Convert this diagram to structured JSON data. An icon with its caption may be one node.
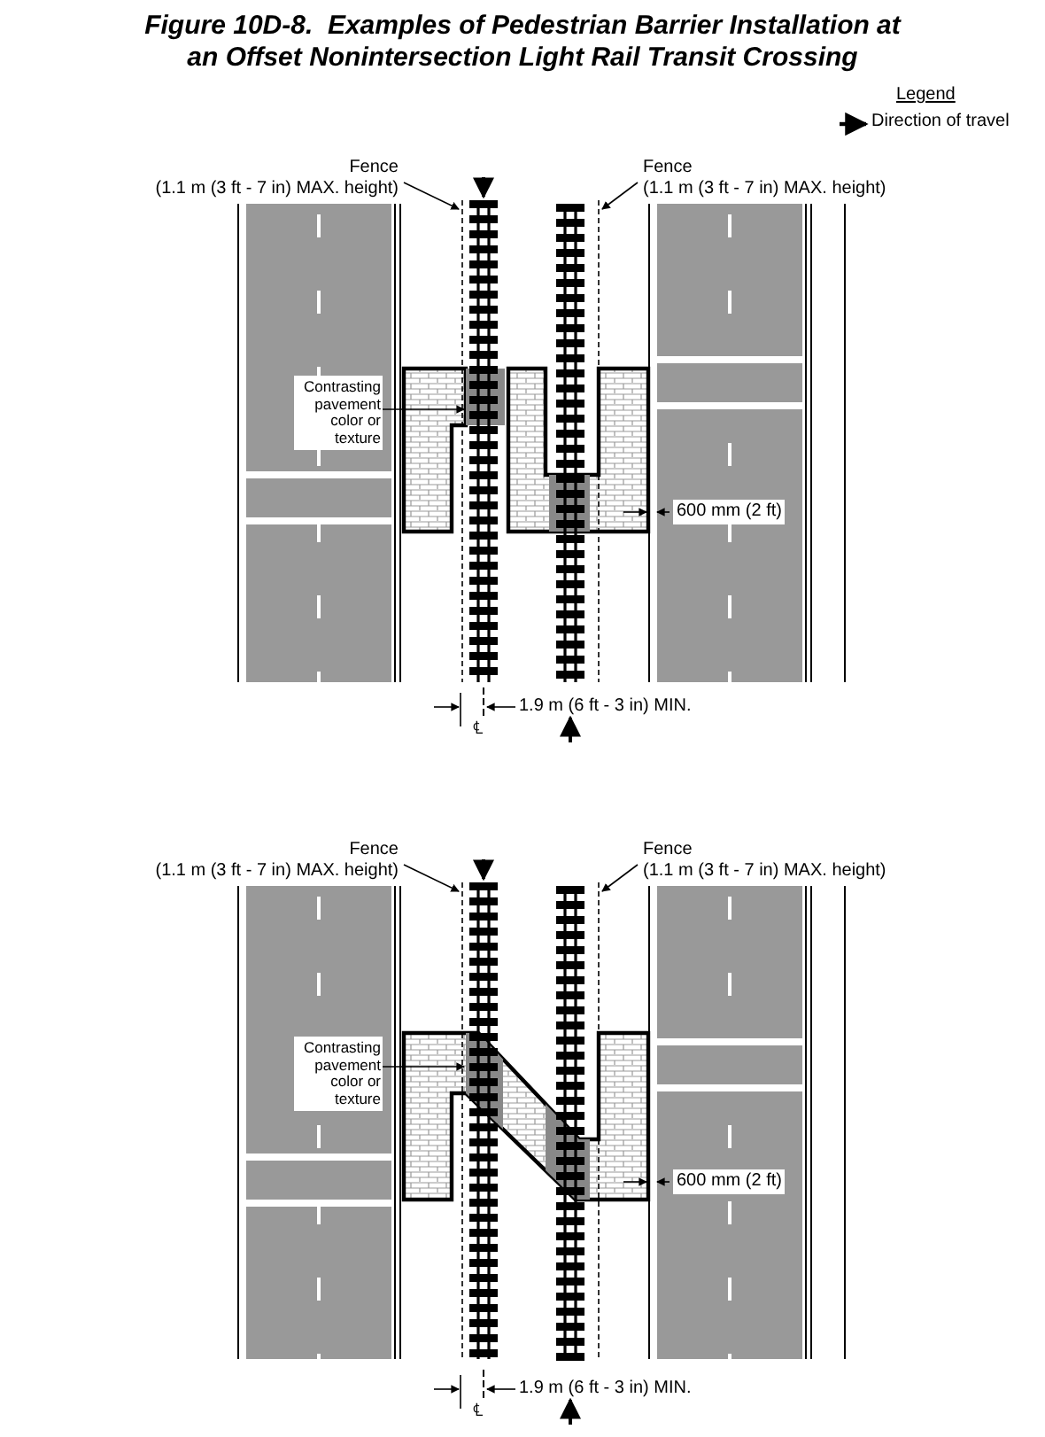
{
  "diagram": {
    "title": "Figure 10D-8.  Examples of Pedestrian Barrier Installation at an Offset Nonintersection Light Rail Transit Crossing",
    "nodes": [
      {
        "text": [
          "Fence",
          "(1.1 m (3 ft - 7 in) MAX. height)"
        ]
      },
      {
        "text": [],
        "shape": "line"
      },
      {
        "text": [
          "Fence",
          "(1.1 m (3 ft - 7 in) MAX. height)"
        ]
      },
      {
        "text": [],
        "shape": "line"
      },
      {
        "text": [
          "Contrasting pavement color or texture"
        ]
      },
      {
        "text": [],
        "shape": "bar"
      },
      {
        "text": [],
        "shape": "bar"
      },
      {
        "text": [
          "Fence",
          "(1.1 m (3 ft - 7 in) MAX. height)"
        ]
      },
      {
        "text": [],
        "shape": "line"
      },
      {
        "text": [
          "Fence",
          "(1.1 m (3 ft - 7 in) MAX. height)"
        ]
      },
      {
        "text": [],
        "shape": "line"
      },
      {
        "text": [
          "Contrasting pavement color or texture"
        ]
      },
      {
        "text": [],
        "shape": "bar"
      },
      {
        "text": [],
        "shape": "bar"
      }
    ],
    "edges": [
      {
        "from": 0,
        "to": 1,
        "arrow": "to"
      },
      {
        "from": 2,
        "to": 3,
        "arrow": "to"
      },
      {
        "from": 4,
        "to": 5,
        "arrow": "to"
      },
      {
        "from": 7,
        "to": 8,
        "arrow": "to"
      },
      {
        "from": 9,
        "to": 10,
        "arrow": "to"
      },
      {
        "from": 11,
        "to": 12,
        "arrow": "to"
      }
    ],
    "labels": [
      "Legend",
      "600 mm (2 ft)",
      "1.9 m (6 ft - 3 in) MIN.",
      "℄",
      "600 mm (2 ft)",
      "1.9 m (6 ft - 3 in) MIN.",
      "℄"
    ],
    "legend": [
      {
        "text": "Direction of travel"
      }
    ]
  }
}
